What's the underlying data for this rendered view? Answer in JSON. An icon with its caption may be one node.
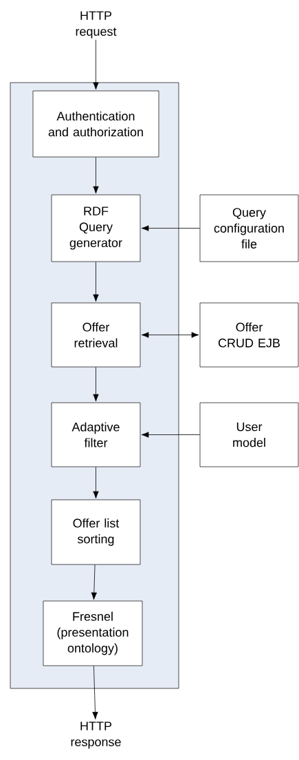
{
  "diagram": {
    "nodes": [
      {
        "text": [
          "HTTP request"
        ]
      },
      {
        "text": [],
        "shape": "box"
      },
      {
        "text": [
          "Authentication and authorization"
        ],
        "in": 1
      },
      {
        "text": [
          "RDF Query generator"
        ],
        "in": 1
      },
      {
        "text": [
          "Offer retrieval"
        ],
        "in": 1
      },
      {
        "text": [
          "Adaptive filter"
        ],
        "in": 1
      },
      {
        "text": [
          "Offer list sorting"
        ],
        "in": 1
      },
      {
        "text": [
          "Fresnel (presentation ontology)"
        ],
        "in": 1
      },
      {
        "text": [
          "Query configuration file"
        ]
      },
      {
        "text": [
          "Offer CRUD EJB"
        ]
      },
      {
        "text": [
          "User model"
        ]
      },
      {
        "text": [
          "HTTP response"
        ]
      }
    ],
    "edges": [
      {
        "from": 0,
        "to": 2,
        "arrow": "to"
      },
      {
        "from": 2,
        "to": 3,
        "arrow": "to"
      },
      {
        "from": 8,
        "to": 3,
        "arrow": "to"
      },
      {
        "from": 3,
        "to": 4,
        "arrow": "to"
      },
      {
        "from": 4,
        "to": 9,
        "arrow": "both"
      },
      {
        "from": 4,
        "to": 5,
        "arrow": "to"
      },
      {
        "from": 10,
        "to": 5,
        "arrow": "to"
      },
      {
        "from": 5,
        "to": 6,
        "arrow": "to"
      },
      {
        "from": 6,
        "to": 7,
        "arrow": "to"
      },
      {
        "from": 7,
        "to": 11,
        "arrow": "to"
      }
    ]
  }
}
